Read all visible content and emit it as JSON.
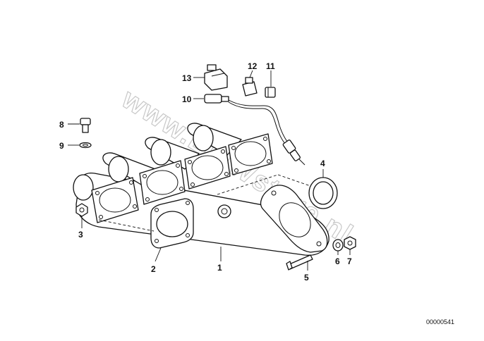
{
  "watermark": "www.BMWstore.nl",
  "reference_code": "00000541",
  "callouts": [
    {
      "id": "1",
      "part": "exhaust-manifold"
    },
    {
      "id": "2",
      "part": "gasket"
    },
    {
      "id": "3",
      "part": "nut"
    },
    {
      "id": "4",
      "part": "gasket-ring"
    },
    {
      "id": "5",
      "part": "stud"
    },
    {
      "id": "6",
      "part": "washer"
    },
    {
      "id": "7",
      "part": "nut"
    },
    {
      "id": "8",
      "part": "screw-plug"
    },
    {
      "id": "9",
      "part": "sealing-ring"
    },
    {
      "id": "10",
      "part": "oxygen-sensor"
    },
    {
      "id": "11",
      "part": "clip"
    },
    {
      "id": "12",
      "part": "holder"
    },
    {
      "id": "13",
      "part": "connector-housing"
    }
  ]
}
